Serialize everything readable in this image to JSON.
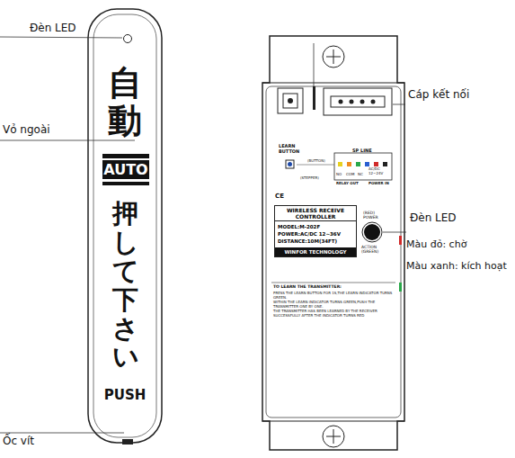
{
  "diagram": {
    "nodes": [
      {
        "text": [
          "自動",
          "押して下さい",
          "PUSH"
        ]
      },
      {
        "text": [
          "AUTO"
        ],
        "in": 0
      },
      {
        "text": [
          "WIRELESS RECEIVE CONTROLLER",
          "MODEL:M-202F",
          "POWER:AC/DC 12~36V",
          "DISTANCE:10M(34FT)"
        ]
      },
      {
        "text": [
          "WINFOR TECHNOLOGY"
        ],
        "in": 2
      }
    ],
    "labels": [
      "Đèn LED",
      "Vỏ ngoài",
      "Ốc vít",
      "Cáp kết nối",
      "Đèn LED",
      "Màu đỏ: chờ",
      "Màu xanh: kích hoạt",
      "LEARN BUTTON",
      "SP LINE",
      "(BUTTON)",
      "(STEPPER)",
      "NO",
      "COM",
      "NC",
      "AC/DC 12~24V",
      "RELAY OUT",
      "POWER IN",
      "CE",
      "(RED) POWER",
      "ACTION (GREEN)",
      "TO LEARN THE TRANSMITTER:",
      "PRESS THE LEARN BUTTON FOR 1S,THE LEARN INDICATOR TURNS GREEN.",
      "WITHIN THE LEARN INDICATOR TURNS GREEN,PUSH THE TRANSMITTER ONE BY ONE.",
      "THE TRANSMITTER HAS BEEN LEARNED BY THE RECEIVER SUCCESSFULLY AFTER THE INDICATOR TURNS RED"
    ]
  }
}
